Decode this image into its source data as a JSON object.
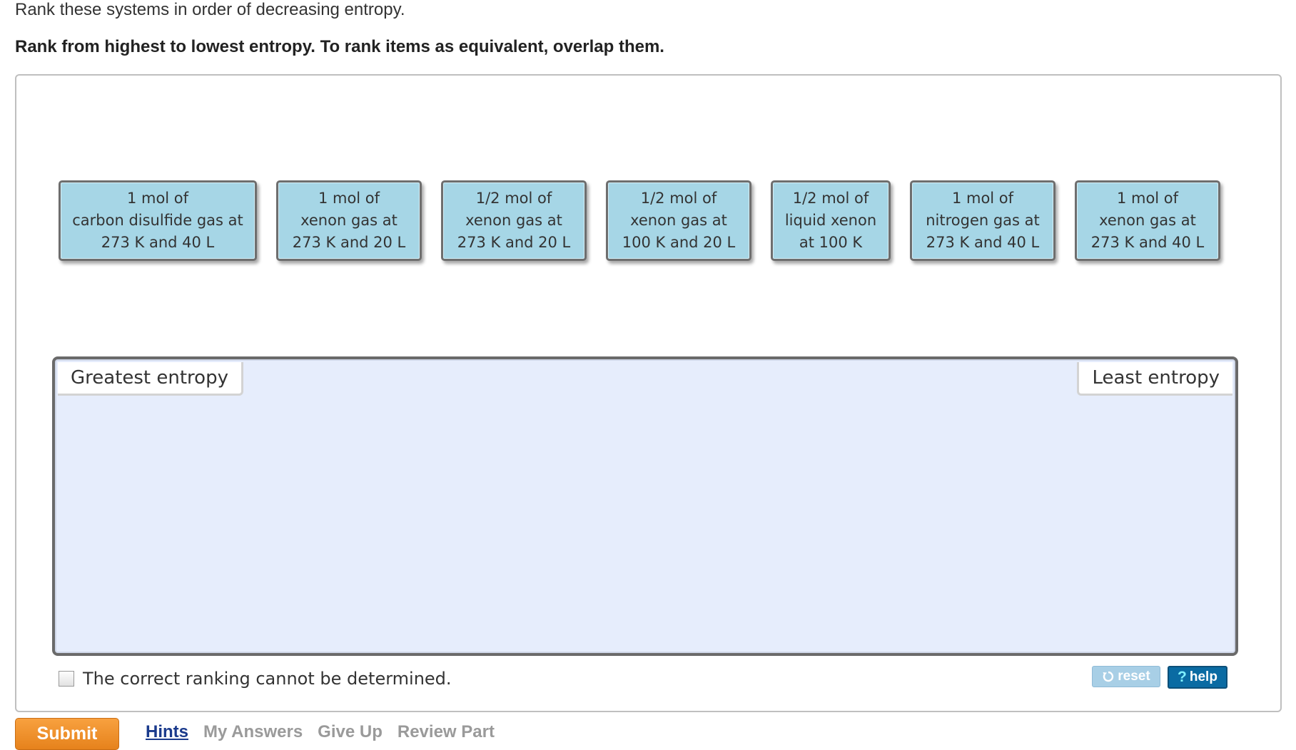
{
  "instructions": {
    "line1": "Rank these systems in order of decreasing entropy.",
    "line2": "Rank from highest to lowest entropy. To rank items as equivalent, overlap them."
  },
  "items": [
    {
      "line1": "1 mol of",
      "line2": "carbon disulfide gas at",
      "line3": "273 K and 40 L"
    },
    {
      "line1": "1 mol of",
      "line2": "xenon gas at",
      "line3": "273 K and 20 L"
    },
    {
      "line1": "1/2 mol of",
      "line2": "xenon gas at",
      "line3": "273 K and 20 L"
    },
    {
      "line1": "1/2 mol of",
      "line2": "xenon gas at",
      "line3": "100 K and 20 L"
    },
    {
      "line1": "1/2 mol of",
      "line2": "liquid xenon",
      "line3": "at 100 K"
    },
    {
      "line1": "1 mol of",
      "line2": "nitrogen gas at",
      "line3": "273 K and 40 L"
    },
    {
      "line1": "1 mol of",
      "line2": "xenon gas at",
      "line3": "273 K and 40 L"
    }
  ],
  "ranking": {
    "left_label": "Greatest entropy",
    "right_label": "Least entropy"
  },
  "checkbox": {
    "label": "The correct ranking cannot be determined.",
    "checked": false
  },
  "tools": {
    "reset": "reset",
    "help": "help",
    "reset_icon": "undo-icon",
    "help_icon": "question-icon"
  },
  "actions": {
    "submit": "Submit",
    "hints": "Hints",
    "my_answers": "My Answers",
    "give_up": "Give Up",
    "review_part": "Review Part"
  },
  "colors": {
    "tile": "#a6d6e6",
    "dropzone": "#e6edfc",
    "submit": "#f09030",
    "help": "#0a6ba3"
  }
}
